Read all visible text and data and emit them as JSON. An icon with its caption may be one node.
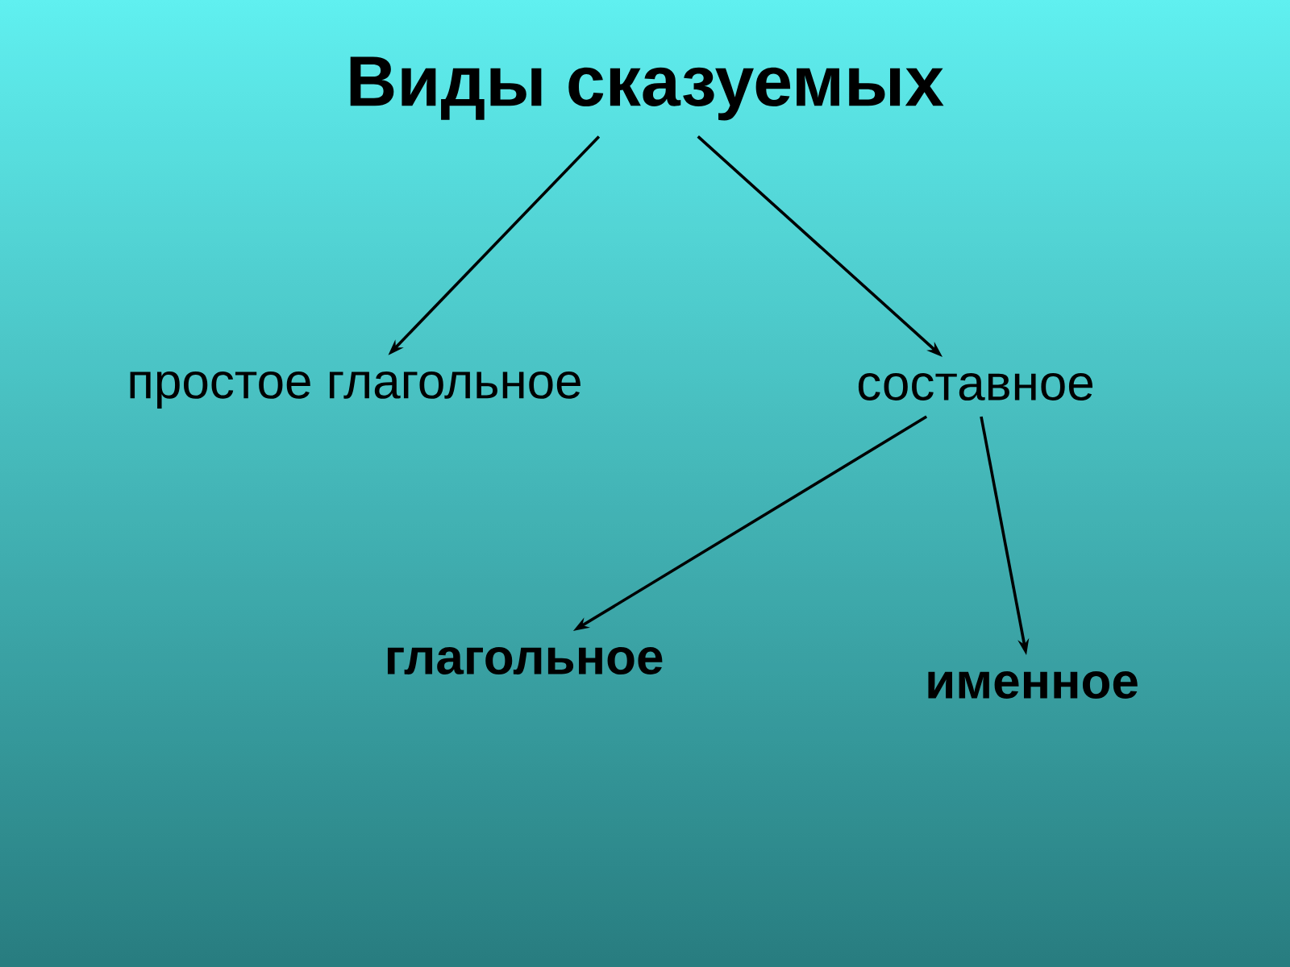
{
  "diagram": {
    "nodes": [
      {
        "text": [
          "Виды сказуемых"
        ]
      },
      {
        "text": [
          "простое глагольное"
        ]
      },
      {
        "text": [
          "составное"
        ]
      },
      {
        "text": [
          "глагольное"
        ]
      },
      {
        "text": [
          "именное"
        ]
      }
    ],
    "edges": [
      {
        "from": 0,
        "to": 1,
        "arrow": "to"
      },
      {
        "from": 0,
        "to": 2,
        "arrow": "to"
      },
      {
        "from": 2,
        "to": 3,
        "arrow": "to"
      },
      {
        "from": 2,
        "to": 4,
        "arrow": "to"
      }
    ]
  }
}
